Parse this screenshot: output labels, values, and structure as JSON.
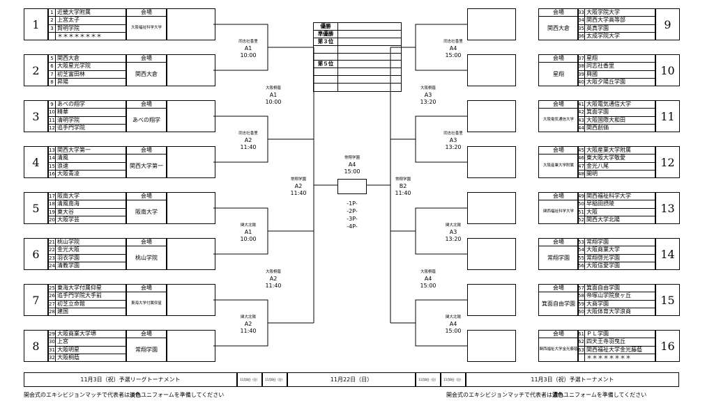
{
  "groups_left": [
    {
      "num": "1",
      "teams": [
        [
          "1",
          "近畿大学附属"
        ],
        [
          "2",
          "上宮太子"
        ],
        [
          "3",
          "賢明学院"
        ],
        [
          "",
          "＊＊＊＊＊＊＊＊"
        ]
      ],
      "venue": "大阪福祉科学大学",
      "venue_small": true
    },
    {
      "num": "2",
      "teams": [
        [
          "5",
          "関西大倉"
        ],
        [
          "6",
          "大阪星光学院"
        ],
        [
          "7",
          "初芝富田林"
        ],
        [
          "8",
          "昇陽"
        ]
      ],
      "venue": "関西大倉",
      "venue_small": false
    },
    {
      "num": "3",
      "teams": [
        [
          "9",
          "あべの翔学"
        ],
        [
          "10",
          "精華"
        ],
        [
          "11",
          "清明学院"
        ],
        [
          "12",
          "追手門学院"
        ]
      ],
      "venue": "あべの翔学",
      "venue_small": false
    },
    {
      "num": "4",
      "teams": [
        [
          "13",
          "関西大学第一"
        ],
        [
          "14",
          "清風"
        ],
        [
          "15",
          "浪速"
        ],
        [
          "16",
          "大阪青凌"
        ]
      ],
      "venue": "関西大学第一",
      "venue_small": false
    },
    {
      "num": "5",
      "teams": [
        [
          "17",
          "阪南大学"
        ],
        [
          "18",
          "清風南海"
        ],
        [
          "19",
          "東大谷"
        ],
        [
          "20",
          "大阪学芸"
        ]
      ],
      "venue": "阪南大学",
      "venue_small": false
    },
    {
      "num": "6",
      "teams": [
        [
          "21",
          "桃山学院"
        ],
        [
          "22",
          "金光大阪"
        ],
        [
          "23",
          "羽衣学園"
        ],
        [
          "24",
          "清教学園"
        ]
      ],
      "venue": "桃山学院",
      "venue_small": false
    },
    {
      "num": "7",
      "teams": [
        [
          "25",
          "東海大学付属仰星"
        ],
        [
          "26",
          "追手門学院大手前"
        ],
        [
          "27",
          "初芝立命館"
        ],
        [
          "28",
          "建国"
        ]
      ],
      "venue": "東海大学付属仰星",
      "venue_small": true
    },
    {
      "num": "8",
      "teams": [
        [
          "29",
          "大阪商業大学堺"
        ],
        [
          "30",
          "上宮"
        ],
        [
          "31",
          "大阪明星"
        ],
        [
          "32",
          "大阪桐蔭"
        ]
      ],
      "venue": "常翔学園",
      "venue_small": false
    }
  ],
  "groups_right": [
    {
      "num": "9",
      "teams": [
        [
          "33",
          "大阪学院大学"
        ],
        [
          "34",
          "関西大学高等部"
        ],
        [
          "35",
          "英真学園"
        ],
        [
          "36",
          "太成学院大学"
        ]
      ],
      "venue": "関西大倉",
      "venue_small": false
    },
    {
      "num": "10",
      "teams": [
        [
          "37",
          "星翔"
        ],
        [
          "38",
          "同志社香里"
        ],
        [
          "39",
          "興國"
        ],
        [
          "40",
          "大阪夕陽丘学園"
        ]
      ],
      "venue": "星翔",
      "venue_small": false
    },
    {
      "num": "11",
      "teams": [
        [
          "41",
          "大阪電気通信大学"
        ],
        [
          "42",
          "箕面学園"
        ],
        [
          "43",
          "大阪国際大和田"
        ],
        [
          "44",
          "関西創価"
        ]
      ],
      "venue": "大阪電気通信大学",
      "venue_small": true
    },
    {
      "num": "12",
      "teams": [
        [
          "45",
          "大阪産業大学附属"
        ],
        [
          "46",
          "東大阪大学敬愛"
        ],
        [
          "47",
          "金光八尾"
        ],
        [
          "48",
          "開明"
        ]
      ],
      "venue": "大阪産業大学附属",
      "venue_small": true
    },
    {
      "num": "13",
      "teams": [
        [
          "49",
          "関西福祉科学大学"
        ],
        [
          "50",
          "早稲田摂陵"
        ],
        [
          "51",
          "大阪"
        ],
        [
          "52",
          "関西大学北陽"
        ]
      ],
      "venue": "関西福祉科学大学",
      "venue_small": true
    },
    {
      "num": "14",
      "teams": [
        [
          "53",
          "常翔学園"
        ],
        [
          "54",
          "大阪商業大学"
        ],
        [
          "55",
          "常翔啓光学園"
        ],
        [
          "56",
          "大阪信愛学園"
        ]
      ],
      "venue": "常翔学園",
      "venue_small": false
    },
    {
      "num": "15",
      "teams": [
        [
          "57",
          "箕面自由学園"
        ],
        [
          "58",
          "帝塚山学院泉ヶ丘"
        ],
        [
          "59",
          "大商学園"
        ],
        [
          "60",
          "大阪体育大学浪商"
        ]
      ],
      "venue": "箕面自由学園",
      "venue_small": false
    },
    {
      "num": "16",
      "teams": [
        [
          "61",
          "ＰＬ学園"
        ],
        [
          "62",
          "四天王寺羽曳丘"
        ],
        [
          "63",
          "関西福祉大学金光藤蔭"
        ],
        [
          "",
          "＊＊＊＊＊＊＊＊"
        ]
      ],
      "venue": "関西福祉大学金光藤蔭",
      "venue_small": true
    }
  ],
  "venue_header": "会場",
  "results": [
    [
      "優勝",
      ""
    ],
    [
      "準優勝",
      ""
    ],
    [
      "第３位",
      ""
    ],
    [
      "",
      ""
    ],
    [
      "",
      ""
    ],
    [
      "第５位",
      ""
    ],
    [
      "",
      ""
    ],
    [
      "",
      ""
    ],
    [
      "",
      ""
    ]
  ],
  "matches": {
    "l1a": {
      "venue": "同志社香里",
      "code": "A1",
      "time": "10:00"
    },
    "l1b": {
      "venue": "同志社香里",
      "code": "A2",
      "time": "11:40"
    },
    "l1c": {
      "venue": "関大北陽",
      "code": "A1",
      "time": "10:00"
    },
    "l1d": {
      "venue": "関大北陽",
      "code": "A2",
      "time": "11:40"
    },
    "l2a": {
      "venue": "大阪桐蔭",
      "code": "A1",
      "time": "10:00"
    },
    "l2b": {
      "venue": "大阪桐蔭",
      "code": "A2",
      "time": "11:40"
    },
    "l3": {
      "venue": "常翔学園",
      "code": "A2",
      "time": "11:40"
    },
    "r1a": {
      "venue": "同志社香里",
      "code": "A4",
      "time": "15:00"
    },
    "r1b": {
      "venue": "同志社香里",
      "code": "A3",
      "time": "13:20"
    },
    "r1c": {
      "venue": "関大北陽",
      "code": "A3",
      "time": "13:20"
    },
    "r1d": {
      "venue": "関大北陽",
      "code": "A4",
      "time": "15:00"
    },
    "r2a": {
      "venue": "大阪桐蔭",
      "code": "A3",
      "time": "13:20"
    },
    "r2b": {
      "venue": "大阪桐蔭",
      "code": "A4",
      "time": "15:00"
    },
    "r3": {
      "venue": "常翔学園",
      "code": "B2",
      "time": "11:40"
    },
    "final": {
      "venue": "常翔学園",
      "code": "A4",
      "time": "15:00"
    }
  },
  "final_score": [
    "-1P-",
    "-2P-",
    "-3P-",
    "-4P-"
  ],
  "footer": {
    "left": "11月3日（祝）予選リーグトーナメント",
    "left_d1": "11月8日（日）",
    "left_d2": "11月8日（日）",
    "center": "11月22日（日）",
    "right_d1": "11月8日（日）",
    "right_d2": "11月8日（日）",
    "right": "11月3日（祝）予選トーナメント"
  },
  "notes": {
    "left_pre": "開会式のエキシビジョンマッチで代表者は",
    "left_em": "淡色",
    "left_post": "ユニフォームを準備してください",
    "right_pre": "開会式のエキシビジョンマッチで代表者は",
    "right_em": "濃色",
    "right_post": "ユニフォームを準備してください"
  }
}
